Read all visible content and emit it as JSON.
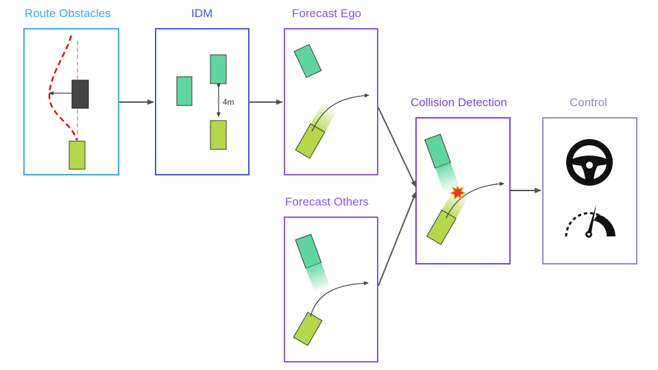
{
  "diagram": {
    "stages": [
      {
        "id": "route_obstacles",
        "title": "Route Obstacles",
        "color": "#33aaee"
      },
      {
        "id": "idm",
        "title": "IDM",
        "color": "#4455dd"
      },
      {
        "id": "forecast_ego",
        "title": "Forecast Ego",
        "color": "#8855dd"
      },
      {
        "id": "forecast_others",
        "title": "Forecast Others",
        "color": "#8855dd"
      },
      {
        "id": "collision_detection",
        "title": "Collision Detection",
        "color": "#7744dd"
      },
      {
        "id": "control",
        "title": "Control",
        "color": "#9988bb"
      }
    ],
    "idm_gap_label": "4m",
    "flow": [
      [
        "route_obstacles",
        "idm"
      ],
      [
        "idm",
        "forecast_ego"
      ],
      [
        "forecast_ego",
        "collision_detection"
      ],
      [
        "forecast_others",
        "collision_detection"
      ],
      [
        "collision_detection",
        "control"
      ]
    ],
    "colors": {
      "other_vehicle": "#5fd6a0",
      "ego_vehicle": "#b5d84a",
      "obstacle": "#444444",
      "detour_path": "#dd1111",
      "route_line": "#f0a0a0",
      "arrow": "#555555",
      "collision_burst": "#ee3322"
    },
    "icons": [
      "steering-wheel-icon",
      "speedometer-icon"
    ]
  }
}
